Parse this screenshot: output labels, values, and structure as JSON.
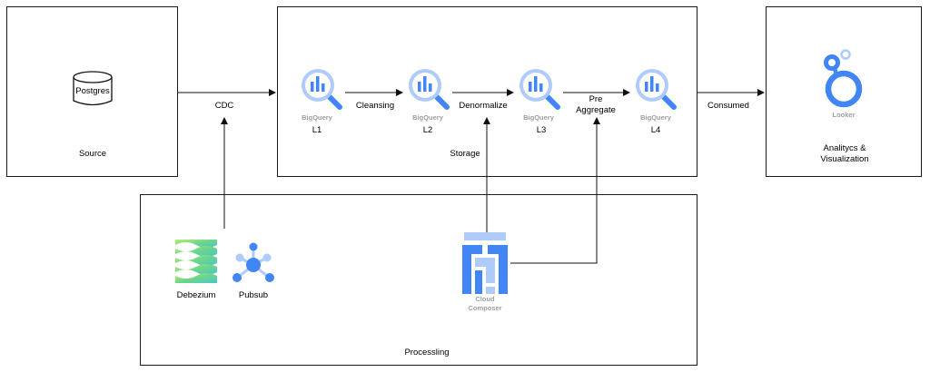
{
  "boxes": {
    "source": "Source",
    "storage": "Storage",
    "analytics_line1": "Analitycs &",
    "analytics_line2": "Visualization",
    "processing": "Processling"
  },
  "source_db": "Postgres",
  "edges": {
    "cdc": "CDC",
    "cleansing": "Cleansing",
    "denormalize": "Denormalize",
    "pre_aggregate_line1": "Pre",
    "pre_aggregate_line2": "Aggregate",
    "consumed": "Consumed"
  },
  "bigquery_nodes": [
    {
      "product": "BigQuery",
      "layer": "L1"
    },
    {
      "product": "BigQuery",
      "layer": "L2"
    },
    {
      "product": "BigQuery",
      "layer": "L3"
    },
    {
      "product": "BigQuery",
      "layer": "L4"
    }
  ],
  "looker": "Looker",
  "tools": {
    "debezium": "Debezium",
    "pubsub": "Pubsub",
    "composer_line1": "Cloud",
    "composer_line2": "Composer"
  },
  "colors": {
    "gcp_blue": "#4285f4",
    "light_blue": "#aecbfa",
    "debezium_green": "#7ed957",
    "icon_label_gray": "#9aa0a6"
  }
}
